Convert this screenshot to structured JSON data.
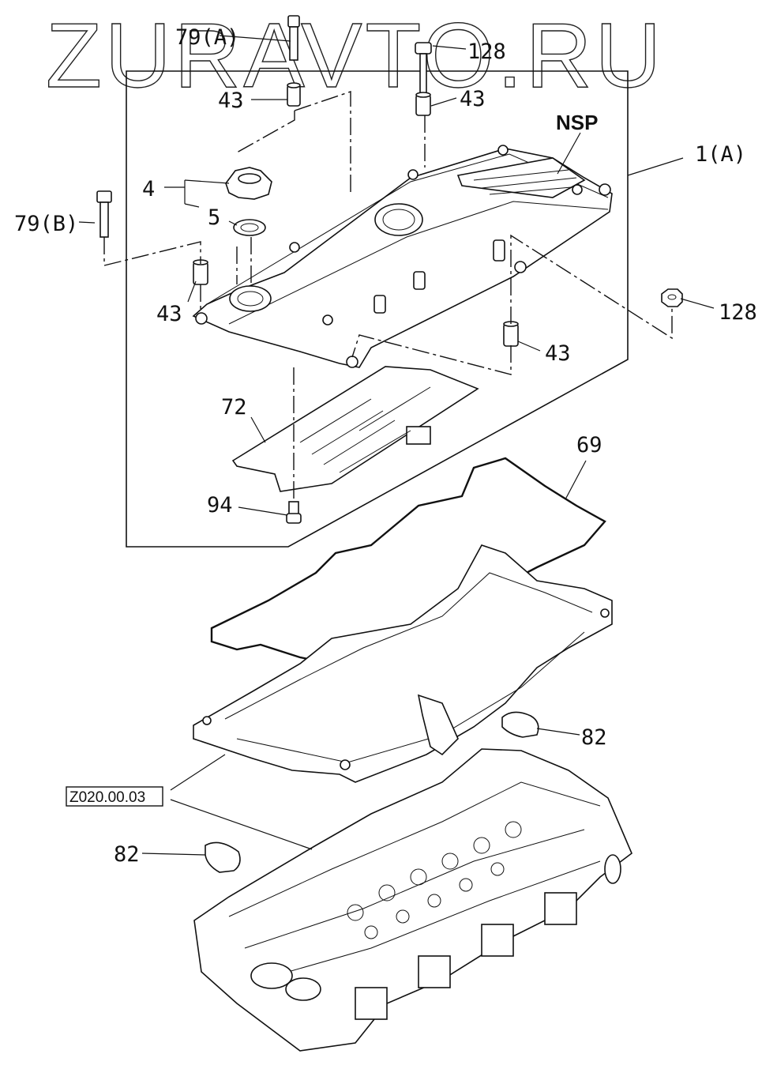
{
  "watermark": "ZURAVTO.RU",
  "labels": {
    "l79a": "79(A)",
    "l128_top": "128",
    "l43_top_left": "43",
    "l43_top_right": "43",
    "nsp": "NSP",
    "l1a": "1(A)",
    "l4": "4",
    "l5": "5",
    "l79b": "79(B)",
    "l43_left": "43",
    "l128_right": "128",
    "l43_right": "43",
    "l72": "72",
    "l69": "69",
    "l94": "94",
    "l82_right": "82",
    "ref": "Z020.00.03",
    "l82_left": "82"
  }
}
